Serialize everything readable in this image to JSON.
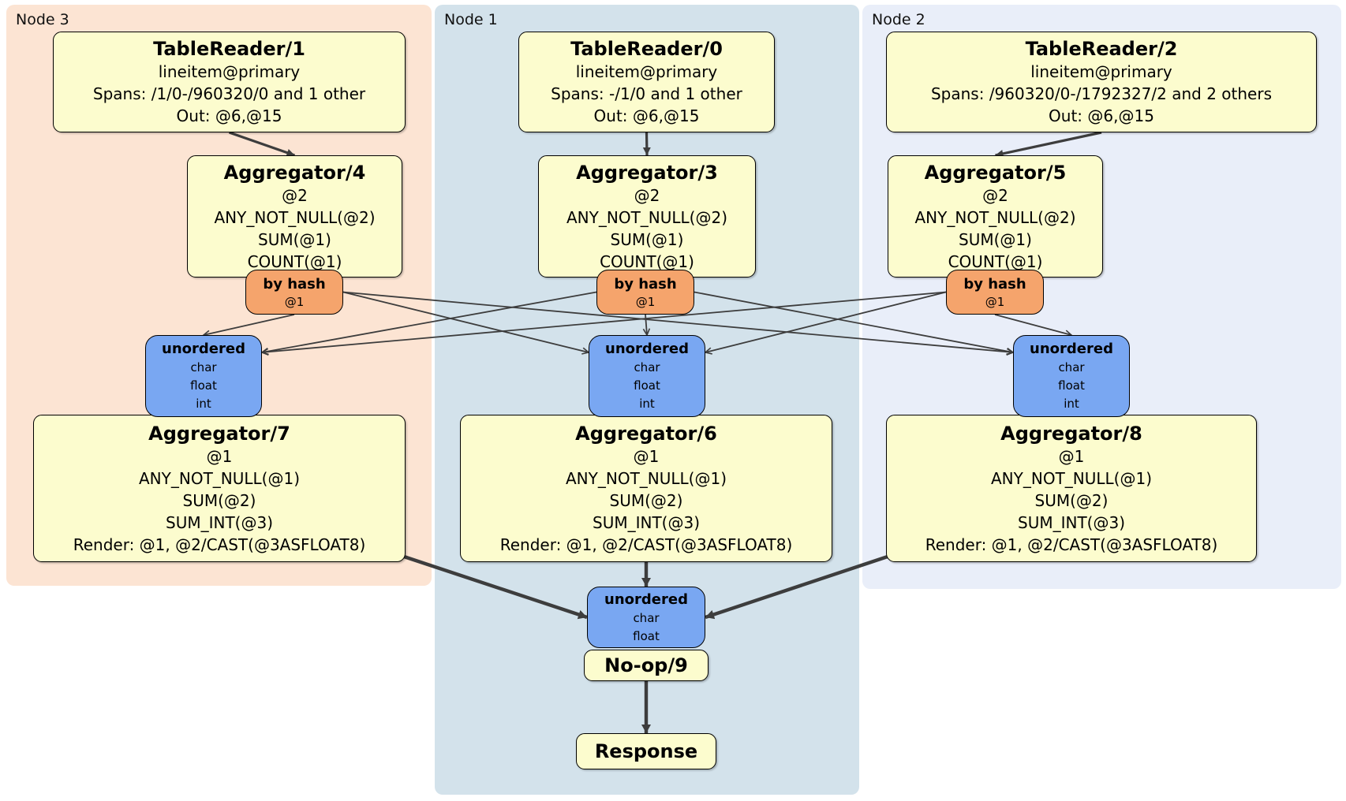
{
  "diagram": {
    "panels": {
      "node3": {
        "label": "Node 3"
      },
      "node1": {
        "label": "Node 1"
      },
      "node2": {
        "label": "Node 2"
      }
    },
    "nodes": {
      "tablereader1": {
        "title": "TableReader/1",
        "lines": [
          "lineitem@primary",
          "Spans: /1/0-/960320/0 and 1 other",
          "Out: @6,@15"
        ]
      },
      "tablereader0": {
        "title": "TableReader/0",
        "lines": [
          "lineitem@primary",
          "Spans: -/1/0 and 1 other",
          "Out: @6,@15"
        ]
      },
      "tablereader2": {
        "title": "TableReader/2",
        "lines": [
          "lineitem@primary",
          "Spans: /960320/0-/1792327/2 and 2 others",
          "Out: @6,@15"
        ]
      },
      "aggregator4": {
        "title": "Aggregator/4",
        "lines": [
          "@2",
          "ANY_NOT_NULL(@2)",
          "SUM(@1)",
          "COUNT(@1)"
        ]
      },
      "aggregator3": {
        "title": "Aggregator/3",
        "lines": [
          "@2",
          "ANY_NOT_NULL(@2)",
          "SUM(@1)",
          "COUNT(@1)"
        ]
      },
      "aggregator5": {
        "title": "Aggregator/5",
        "lines": [
          "@2",
          "ANY_NOT_NULL(@2)",
          "SUM(@1)",
          "COUNT(@1)"
        ]
      },
      "byhash3": {
        "title": "by hash",
        "lines": [
          "@1"
        ]
      },
      "byhash1": {
        "title": "by hash",
        "lines": [
          "@1"
        ]
      },
      "byhash2": {
        "title": "by hash",
        "lines": [
          "@1"
        ]
      },
      "unordered3": {
        "title": "unordered",
        "lines": [
          "char",
          "float",
          "int"
        ]
      },
      "unordered1": {
        "title": "unordered",
        "lines": [
          "char",
          "float",
          "int"
        ]
      },
      "unordered2": {
        "title": "unordered",
        "lines": [
          "char",
          "float",
          "int"
        ]
      },
      "aggregator7": {
        "title": "Aggregator/7",
        "lines": [
          "@1",
          "ANY_NOT_NULL(@1)",
          "SUM(@2)",
          "SUM_INT(@3)",
          "Render: @1, @2/CAST(@3ASFLOAT8)"
        ]
      },
      "aggregator6": {
        "title": "Aggregator/6",
        "lines": [
          "@1",
          "ANY_NOT_NULL(@1)",
          "SUM(@2)",
          "SUM_INT(@3)",
          "Render: @1, @2/CAST(@3ASFLOAT8)"
        ]
      },
      "aggregator8": {
        "title": "Aggregator/8",
        "lines": [
          "@1",
          "ANY_NOT_NULL(@1)",
          "SUM(@2)",
          "SUM_INT(@3)",
          "Render: @1, @2/CAST(@3ASFLOAT8)"
        ]
      },
      "unorderedFinal": {
        "title": "unordered",
        "lines": [
          "char",
          "float"
        ]
      },
      "noop9": {
        "title": "No-op/9"
      },
      "response": {
        "title": "Response"
      }
    },
    "edges": [
      {
        "from": "box-tablereader-1",
        "fromSide": "bottom",
        "to": "box-aggregator-4",
        "toSide": "top",
        "style": "mid"
      },
      {
        "from": "box-tablereader-0",
        "fromSide": "bottom",
        "to": "box-aggregator-3",
        "toSide": "top",
        "style": "mid"
      },
      {
        "from": "box-tablereader-2",
        "fromSide": "bottom",
        "to": "box-aggregator-5",
        "toSide": "top",
        "style": "mid"
      },
      {
        "from": "box-byhash-3",
        "fromSide": "bottom",
        "to": "box-unordered-3",
        "toSide": "top",
        "style": "thin"
      },
      {
        "from": "box-byhash-3",
        "fromSide": "right",
        "to": "box-unordered-1",
        "toSide": "left-upper",
        "style": "thin"
      },
      {
        "from": "box-byhash-3",
        "fromSide": "right",
        "to": "box-unordered-2",
        "toSide": "left-upper",
        "style": "thin"
      },
      {
        "from": "box-byhash-1",
        "fromSide": "left",
        "to": "box-unordered-3",
        "toSide": "right-upper",
        "style": "thin"
      },
      {
        "from": "box-byhash-1",
        "fromSide": "bottom",
        "to": "box-unordered-1",
        "toSide": "top",
        "style": "thin"
      },
      {
        "from": "box-byhash-1",
        "fromSide": "right",
        "to": "box-unordered-2",
        "toSide": "left-upper",
        "style": "thin"
      },
      {
        "from": "box-byhash-2",
        "fromSide": "left",
        "to": "box-unordered-3",
        "toSide": "right-upper",
        "style": "thin"
      },
      {
        "from": "box-byhash-2",
        "fromSide": "left",
        "to": "box-unordered-1",
        "toSide": "right-upper",
        "style": "thin"
      },
      {
        "from": "box-byhash-2",
        "fromSide": "bottom",
        "to": "box-unordered-2",
        "toSide": "top",
        "style": "thin"
      },
      {
        "from": "box-aggregator-7",
        "fromSide": "bottom-right",
        "to": "box-unordered-final",
        "toSide": "left",
        "style": "thick"
      },
      {
        "from": "box-aggregator-6",
        "fromSide": "bottom",
        "to": "box-unordered-final",
        "toSide": "top",
        "style": "thick"
      },
      {
        "from": "box-aggregator-8",
        "fromSide": "bottom-left",
        "to": "box-unordered-final",
        "toSide": "right",
        "style": "thick"
      },
      {
        "from": "box-noop-9",
        "fromSide": "bottom",
        "to": "box-response",
        "toSide": "top",
        "style": "thick"
      }
    ],
    "colors": {
      "node3_bg": "#fce4d3",
      "node1_bg": "#d3e2eb",
      "node2_bg": "#e9eef9",
      "operator_box": "#fcfcce",
      "router_box": "#f5a46c",
      "stream_box": "#79a7f2",
      "edge": "#3d3d3d"
    }
  }
}
